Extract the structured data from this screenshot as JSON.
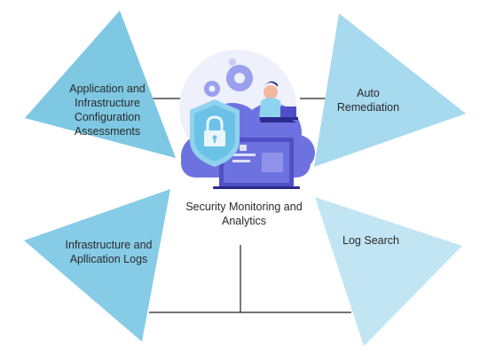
{
  "center": {
    "title": "Security Monitoring and Analytics"
  },
  "nodes": {
    "top_left": "Application and Infrastructure Configuration Assessments",
    "top_right": "Auto Remediation",
    "bottom_left": "Infrastructure and Apllication Logs",
    "bottom_right": "Log Search"
  },
  "colors": {
    "triangle_dark": "#7ec8e3",
    "triangle_light": "#b9e2f2",
    "cloud": "#6d72e0",
    "shield": "#8fd3ee",
    "laptop": "#4f4fc7",
    "connector": "#222222"
  },
  "icons": [
    "cloud-icon",
    "shield-lock-icon",
    "gear-icon",
    "laptop-icon",
    "person-icon"
  ]
}
